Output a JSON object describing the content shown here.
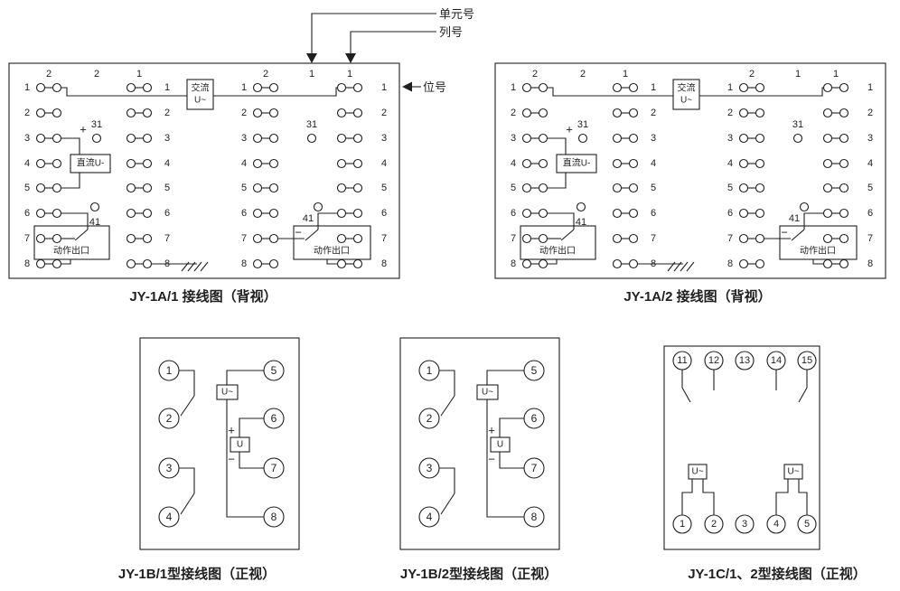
{
  "colors": {
    "ink": "#1f1f1f",
    "background": "#ffffff"
  },
  "annotations": {
    "unit_label": "单元号",
    "column_label": "列号",
    "position_label": "位号"
  },
  "diagrams_a": [
    {
      "id": "jy-1a-1",
      "caption": "JY-1A/1 接线图（背视）",
      "headers_left": [
        "2",
        "2",
        "1"
      ],
      "headers_right": [
        "2",
        "1",
        "1"
      ],
      "row_labels": [
        "1",
        "2",
        "3",
        "4",
        "5",
        "6",
        "7",
        "8"
      ],
      "ac_box": [
        "交流",
        "U~"
      ],
      "dc_box": "直流U-",
      "output_box": "动作出口",
      "test_point_31": "31",
      "test_point_41": "41",
      "plus": "+",
      "minus": "−"
    },
    {
      "id": "jy-1a-2",
      "caption": "JY-1A/2 接线图（背视）",
      "headers_left": [
        "2",
        "2",
        "1"
      ],
      "headers_right": [
        "2",
        "1",
        "1"
      ],
      "row_labels": [
        "1",
        "2",
        "3",
        "4",
        "5",
        "6",
        "7",
        "8"
      ],
      "ac_box": [
        "交流",
        "U~"
      ],
      "dc_box": "直流U-",
      "output_box": "动作出口",
      "test_point_31": "31",
      "test_point_41": "41",
      "plus": "+",
      "minus": "−"
    }
  ],
  "diagrams_b": [
    {
      "id": "jy-1b-1",
      "caption": "JY-1B/1型接线图（正视）",
      "left_terminals": [
        "1",
        "2",
        "3",
        "4"
      ],
      "right_terminals": [
        "5",
        "6",
        "7",
        "8"
      ],
      "ac_label": "U~",
      "dc_label": "U",
      "plus": "+",
      "minus": "−"
    },
    {
      "id": "jy-1b-2",
      "caption": "JY-1B/2型接线图（正视）",
      "left_terminals": [
        "1",
        "2",
        "3",
        "4"
      ],
      "right_terminals": [
        "5",
        "6",
        "7",
        "8"
      ],
      "ac_label": "U~",
      "dc_label": "U",
      "plus": "+",
      "minus": "−"
    }
  ],
  "diagram_c": {
    "id": "jy-1c",
    "caption": "JY-1C/1、2型接线图（正视）",
    "top_terminals": [
      "11",
      "12",
      "13",
      "14",
      "15"
    ],
    "bottom_terminals": [
      "1",
      "2",
      "3",
      "4",
      "5"
    ],
    "ac_labels": [
      "U~",
      "U~"
    ]
  }
}
